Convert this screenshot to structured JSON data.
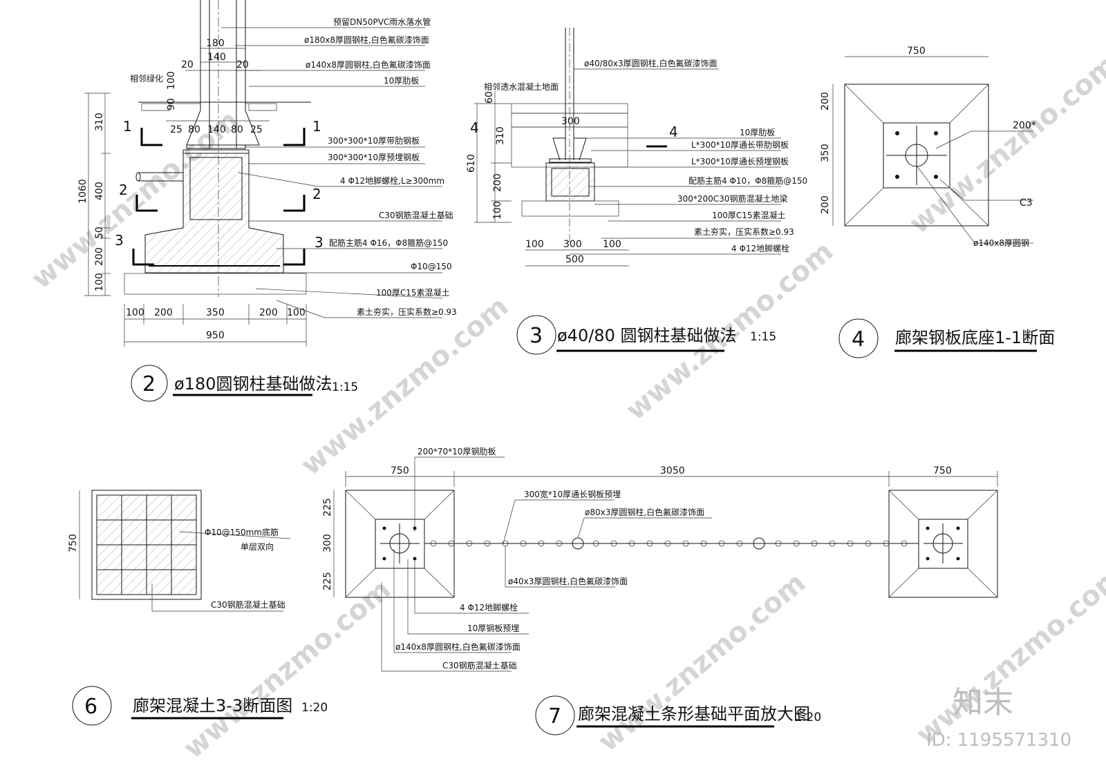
{
  "watermark": {
    "brand": "知末",
    "site": "www.znzmo.com",
    "id_label": "ID: 1195571310"
  },
  "d2": {
    "number": "2",
    "title": "ø180圆钢柱基础做法",
    "scale": "1:15",
    "labels": [
      "预留DN50PVC雨水落水管",
      "ø180x8厚圆钢柱,白色氟碳漆饰面",
      "ø140x8厚圆钢柱,白色氟碳漆饰面",
      "10厚肋板",
      "300*300*10厚带肋钢板",
      "300*300*10厚预埋钢板",
      "4 Φ12地脚螺栓,L≥300mm",
      "C30钢筋混凝土基础",
      "配筋主筋4 Φ16，Φ8箍筋@150",
      "Φ10@150",
      "100厚C15素混凝土",
      "素土夯实，压实系数≥0.93"
    ],
    "side_note": "相邻绿化",
    "top_dims": [
      "180",
      "140",
      "20",
      "20",
      "100",
      "90",
      "25",
      "80",
      "140",
      "80",
      "25"
    ],
    "left_dims": [
      "310",
      "1060",
      "400",
      "50",
      "200",
      "100"
    ],
    "bottom_dims": [
      "100",
      "200",
      "350",
      "200",
      "100",
      "950"
    ],
    "section_marks": [
      "1",
      "1",
      "2",
      "2",
      "3",
      "3"
    ]
  },
  "d3": {
    "number": "3",
    "title": "ø40/80 圆钢柱基础做法",
    "scale": "1:15",
    "labels": [
      "ø40/80x3厚圆钢柱,白色氟碳漆饰面",
      "10厚肋板",
      "L*300*10厚通长带肋钢板",
      "L*300*10厚通长预埋钢板",
      "配筋主筋4 Φ10，Φ8箍筋@150",
      "300*200C30钢筋混凝土地梁",
      "100厚C15素混凝土",
      "素土夯实，压实系数≥0.93",
      "4 Φ12地脚螺栓"
    ],
    "side_note": "相邻透水混凝土地面",
    "left_dims": [
      "60",
      "310",
      "610",
      "200",
      "100"
    ],
    "inner_dim": "300",
    "bottom_dims": [
      "100",
      "300",
      "100",
      "500"
    ],
    "section_marks": [
      "4",
      "4"
    ]
  },
  "d4": {
    "number": "4",
    "title": "廊架钢板底座1-1断面",
    "top_dim": "750",
    "left_dims": [
      "200",
      "350",
      "200"
    ],
    "labels": [
      "200*",
      "C3",
      "ø140x8厚圆钢"
    ]
  },
  "d6": {
    "number": "6",
    "title": "廊架混凝土3-3断面图",
    "scale": "1:20",
    "left_dim": "750",
    "labels": [
      "Φ10@150mm底筋",
      "单层双向",
      "C30钢筋混凝土基础"
    ]
  },
  "d7": {
    "number": "7",
    "title": "廊架混凝土条形基础平面放大图",
    "scale": "1:20",
    "top_dims": [
      "750",
      "3050",
      "750"
    ],
    "left_dims": [
      "225",
      "300",
      "225"
    ],
    "labels": [
      "200*70*10厚钢肋板",
      "300宽*10厚通长钢板预埋",
      "ø80x3厚圆钢柱,白色氟碳漆饰面",
      "ø40x3厚圆钢柱,白色氟碳漆饰面",
      "4 Φ12地脚螺栓",
      "10厚钢板预埋",
      "ø140x8厚圆钢柱,白色氟碳漆饰面",
      "C30钢筋混凝土基础"
    ]
  }
}
